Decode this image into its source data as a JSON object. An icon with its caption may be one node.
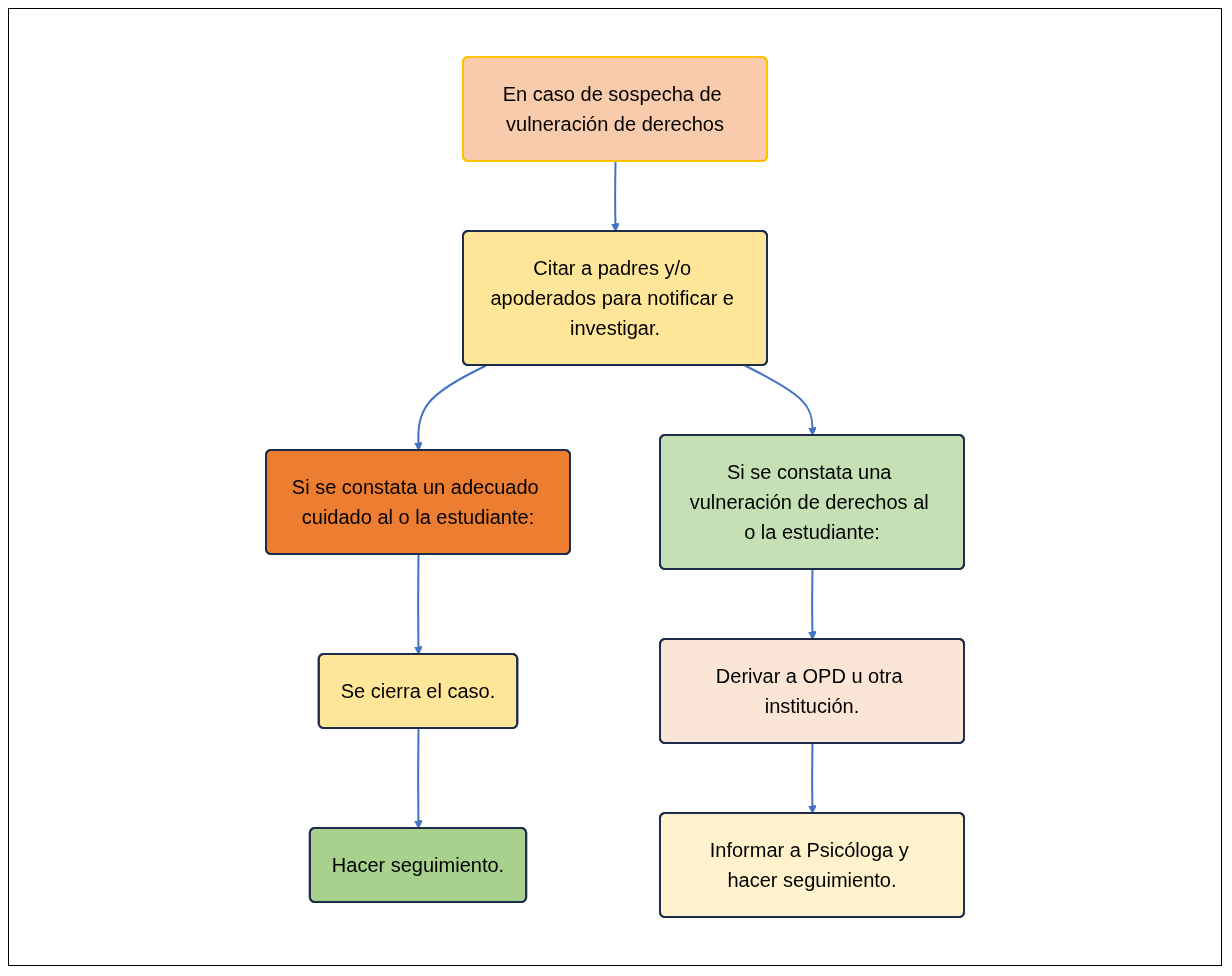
{
  "diagram": {
    "nodes": [
      {
        "text": [
          "En caso de sospecha de vulneración de derechos"
        ]
      },
      {
        "text": [
          "Citar a padres y/o apoderados para notificar e investigar."
        ]
      },
      {
        "text": [
          "Si se constata un adecuado cuidado al o la estudiante:"
        ]
      },
      {
        "text": [
          "Si se constata una vulneración de derechos al o la estudiante:"
        ]
      },
      {
        "text": [
          "Se cierra el caso."
        ]
      },
      {
        "text": [
          "Hacer seguimiento."
        ]
      },
      {
        "text": [
          "Derivar a OPD u otra institución."
        ]
      },
      {
        "text": [
          "Informar a Psicóloga y hacer seguimiento."
        ]
      }
    ],
    "edges": [
      {
        "from": 0,
        "to": 1,
        "arrow": "to"
      },
      {
        "from": 1,
        "to": 2,
        "arrow": "to"
      },
      {
        "from": 1,
        "to": 3,
        "arrow": "to"
      },
      {
        "from": 2,
        "to": 4,
        "arrow": "to"
      },
      {
        "from": 4,
        "to": 5,
        "arrow": "to"
      },
      {
        "from": 3,
        "to": 6,
        "arrow": "to"
      },
      {
        "from": 6,
        "to": 7,
        "arrow": "to"
      }
    ]
  }
}
